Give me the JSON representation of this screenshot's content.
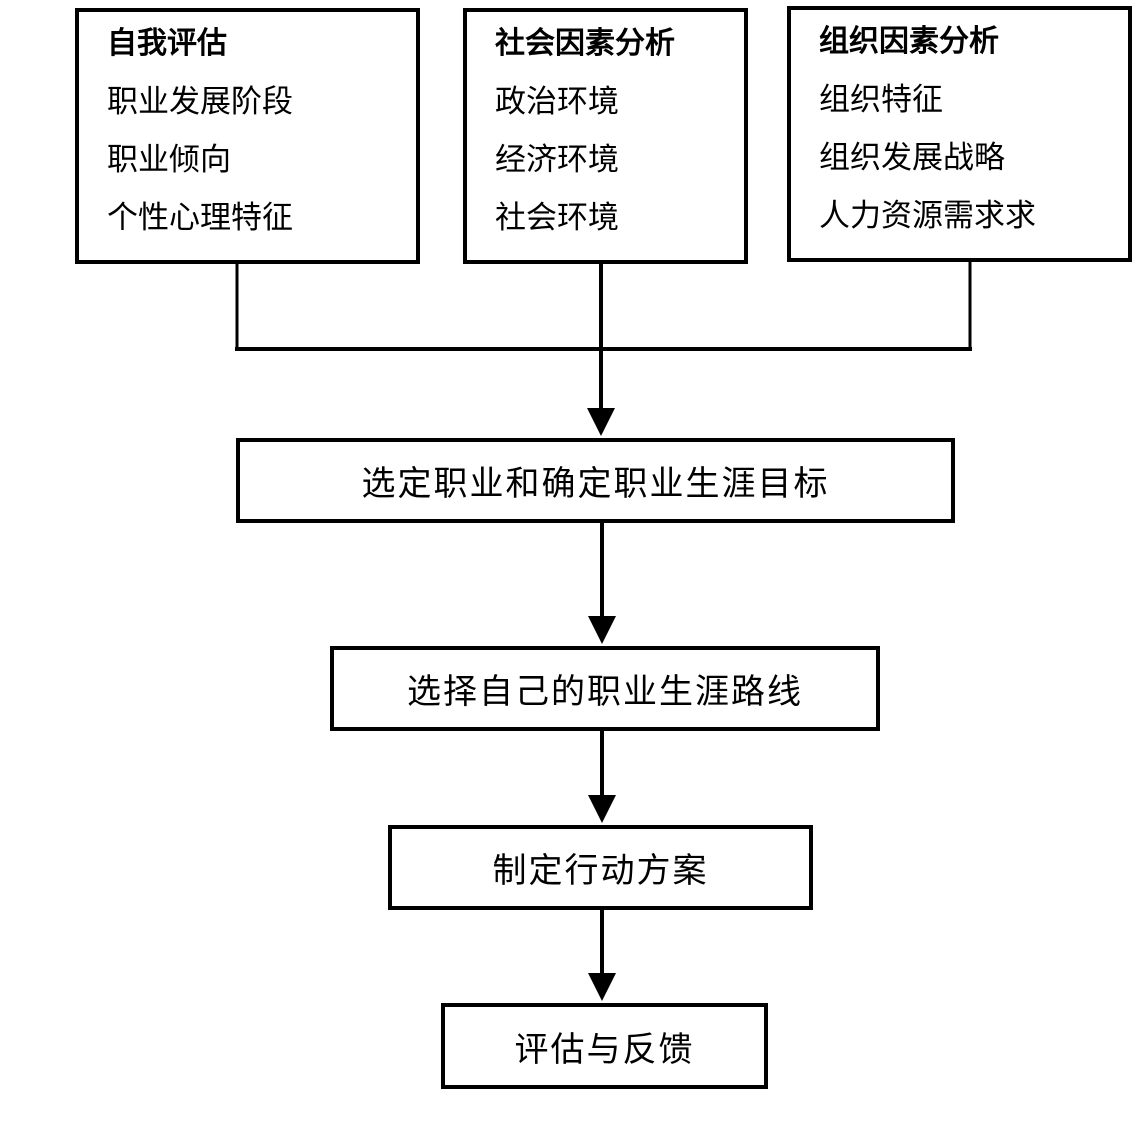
{
  "diagram": {
    "top_boxes": [
      {
        "title": "自我评估",
        "items": [
          "职业发展阶段",
          "职业倾向",
          "个性心理特征"
        ]
      },
      {
        "title": "社会因素分析",
        "items": [
          "政治环境",
          "经济环境",
          "社会环境"
        ]
      },
      {
        "title": "组织因素分析",
        "items": [
          "组织特征",
          "组织发展战略",
          "人力资源需求求"
        ]
      }
    ],
    "flow_boxes": [
      {
        "label": "选定职业和确定职业生涯目标"
      },
      {
        "label": "选择自己的职业生涯路线"
      },
      {
        "label": "制定行动方案"
      },
      {
        "label": "评估与反馈"
      }
    ],
    "colors": {
      "line": "#000000",
      "background": "#ffffff",
      "text": "#000000"
    }
  }
}
